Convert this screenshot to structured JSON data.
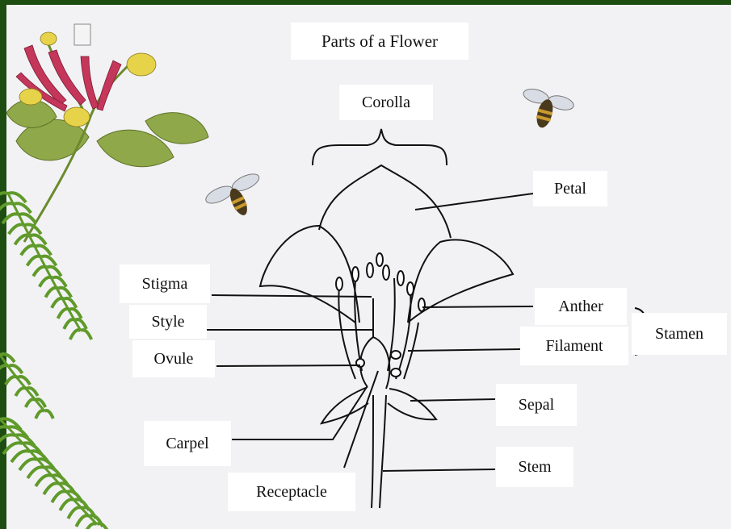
{
  "title": "Parts of a Flower",
  "labels": {
    "corolla": "Corolla",
    "petal": "Petal",
    "stigma": "Stigma",
    "style": "Style",
    "ovule": "Ovule",
    "anther": "Anther",
    "filament": "Filament",
    "stamen": "Stamen",
    "sepal": "Sepal",
    "carpel": "Carpel",
    "stem": "Stem",
    "receptacle": "Receptacle"
  },
  "colors": {
    "frame": "#1e4d12",
    "background": "#f2f2f4",
    "label_bg": "#ffffff",
    "line": "#111111",
    "leaf": "#8fa84a",
    "fern": "#5f9a2a",
    "bloom": "#c4365a",
    "bloom_tip": "#e6d34a",
    "bee_body": "#4a3a1c",
    "bee_stripe": "#c99a2e"
  },
  "decorations": [
    "honeysuckle-illustration",
    "fern-illustration",
    "bee-icon"
  ]
}
